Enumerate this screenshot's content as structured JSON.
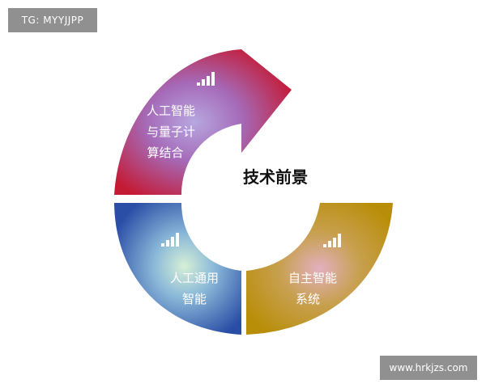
{
  "watermark_top": "TG: MYYJJPP",
  "watermark_bottom": "www.hrkjzs.com",
  "center_title": "技术前景",
  "segments": [
    {
      "lines": [
        "人工智能",
        "与量子计",
        "算结合"
      ],
      "color": "#c8203a"
    },
    {
      "lines": [
        "人工通用",
        "智能"
      ],
      "color": "#2f55a8"
    },
    {
      "lines": [
        "自主智能",
        "系统"
      ],
      "color": "#c09a10"
    }
  ],
  "icon": "signal-bars-icon"
}
